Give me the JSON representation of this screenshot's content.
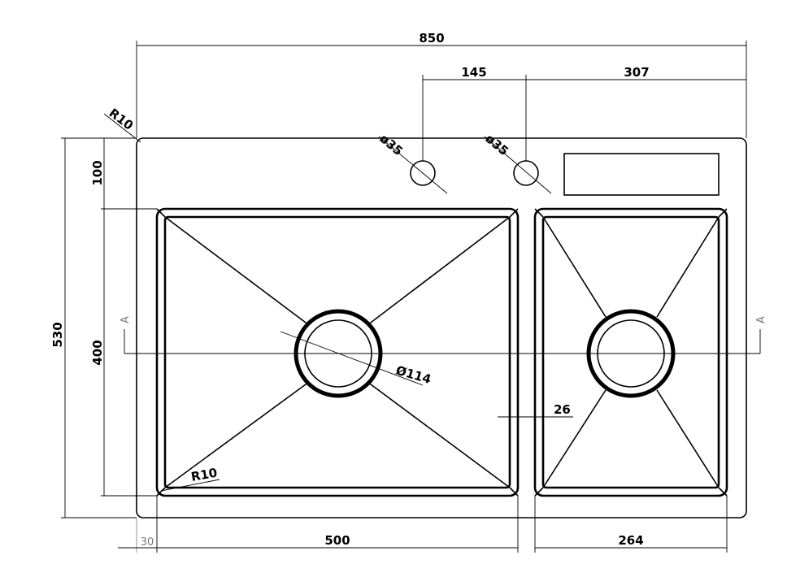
{
  "dimensions": {
    "overall_width": "850",
    "tap_spacing": "145",
    "tap_to_right": "307",
    "overall_height": "530",
    "top_to_bowl": "100",
    "bowl_height": "400",
    "left_margin": "30",
    "large_bowl_width": "500",
    "small_bowl_width": "264",
    "bowl_gap": "26",
    "corner_radius_outer": "R10",
    "corner_radius_bowl": "R10",
    "tap_hole_1": "ø35",
    "tap_hole_2": "ø35",
    "drain_diameter": "Ø114"
  },
  "section_marks": {
    "left": "A",
    "right": "A"
  }
}
